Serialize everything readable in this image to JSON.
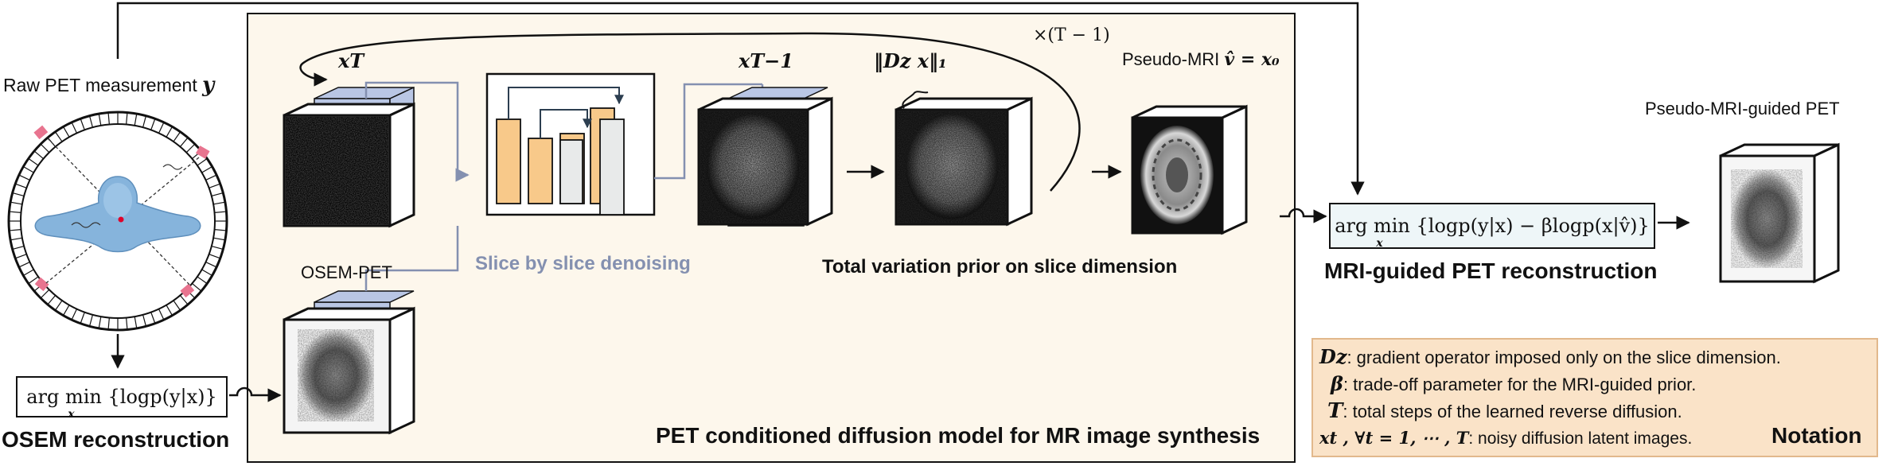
{
  "labels": {
    "raw_pet": "Raw PET measurement",
    "raw_pet_symbol": "y",
    "osem_pet": "OSEM-PET",
    "slice_denoising": "Slice by slice denoising",
    "tv_prior": "Total variation prior on slice dimension",
    "pseudo_mri": "Pseudo-MRI",
    "pseudo_mri_eq": "v̂ = x₀",
    "pseudo_mri_guided_pet": "Pseudo-MRI-guided PET",
    "mri_guided_recon": "MRI-guided PET reconstruction",
    "osem_recon": "OSEM reconstruction",
    "panel_title": "PET conditioned diffusion model for MR image synthesis",
    "x_T": "xT",
    "x_T_minus_1": "xT−1",
    "tv_norm": "‖Dz x‖₁",
    "loop_count": "×(T − 1)"
  },
  "equations": {
    "osem": "arg min {logp(y|x)}",
    "osem_sub": "x",
    "mri_guided": "arg min {logp(y|x) − βlogp(x|v̂)}",
    "mri_guided_sub": "x"
  },
  "notation": {
    "title": "Notation",
    "rows": [
      {
        "symbol": "Dz",
        "text": ": gradient operator imposed only on the slice dimension."
      },
      {
        "symbol": "β",
        "text": ": trade-off parameter for the MRI-guided prior."
      },
      {
        "symbol": "T",
        "text": ": total steps of the learned reverse diffusion."
      },
      {
        "symbol": "xt , ∀t = 1, ⋯ , T",
        "text": ": noisy diffusion latent images."
      }
    ]
  },
  "colors": {
    "panel_bg": "#fdf7ec",
    "notation_bg": "#fae3c8",
    "notation_border": "#e2b88c",
    "slab_blue": "#b9c6e4",
    "unet_orange": "#f8c98a",
    "unet_gray": "#e8eaea",
    "connector_gray": "#8490b0",
    "denoise_text": "#8490b0",
    "scanner_body": "#86b4dc",
    "detector_pink": "#e8748f"
  }
}
